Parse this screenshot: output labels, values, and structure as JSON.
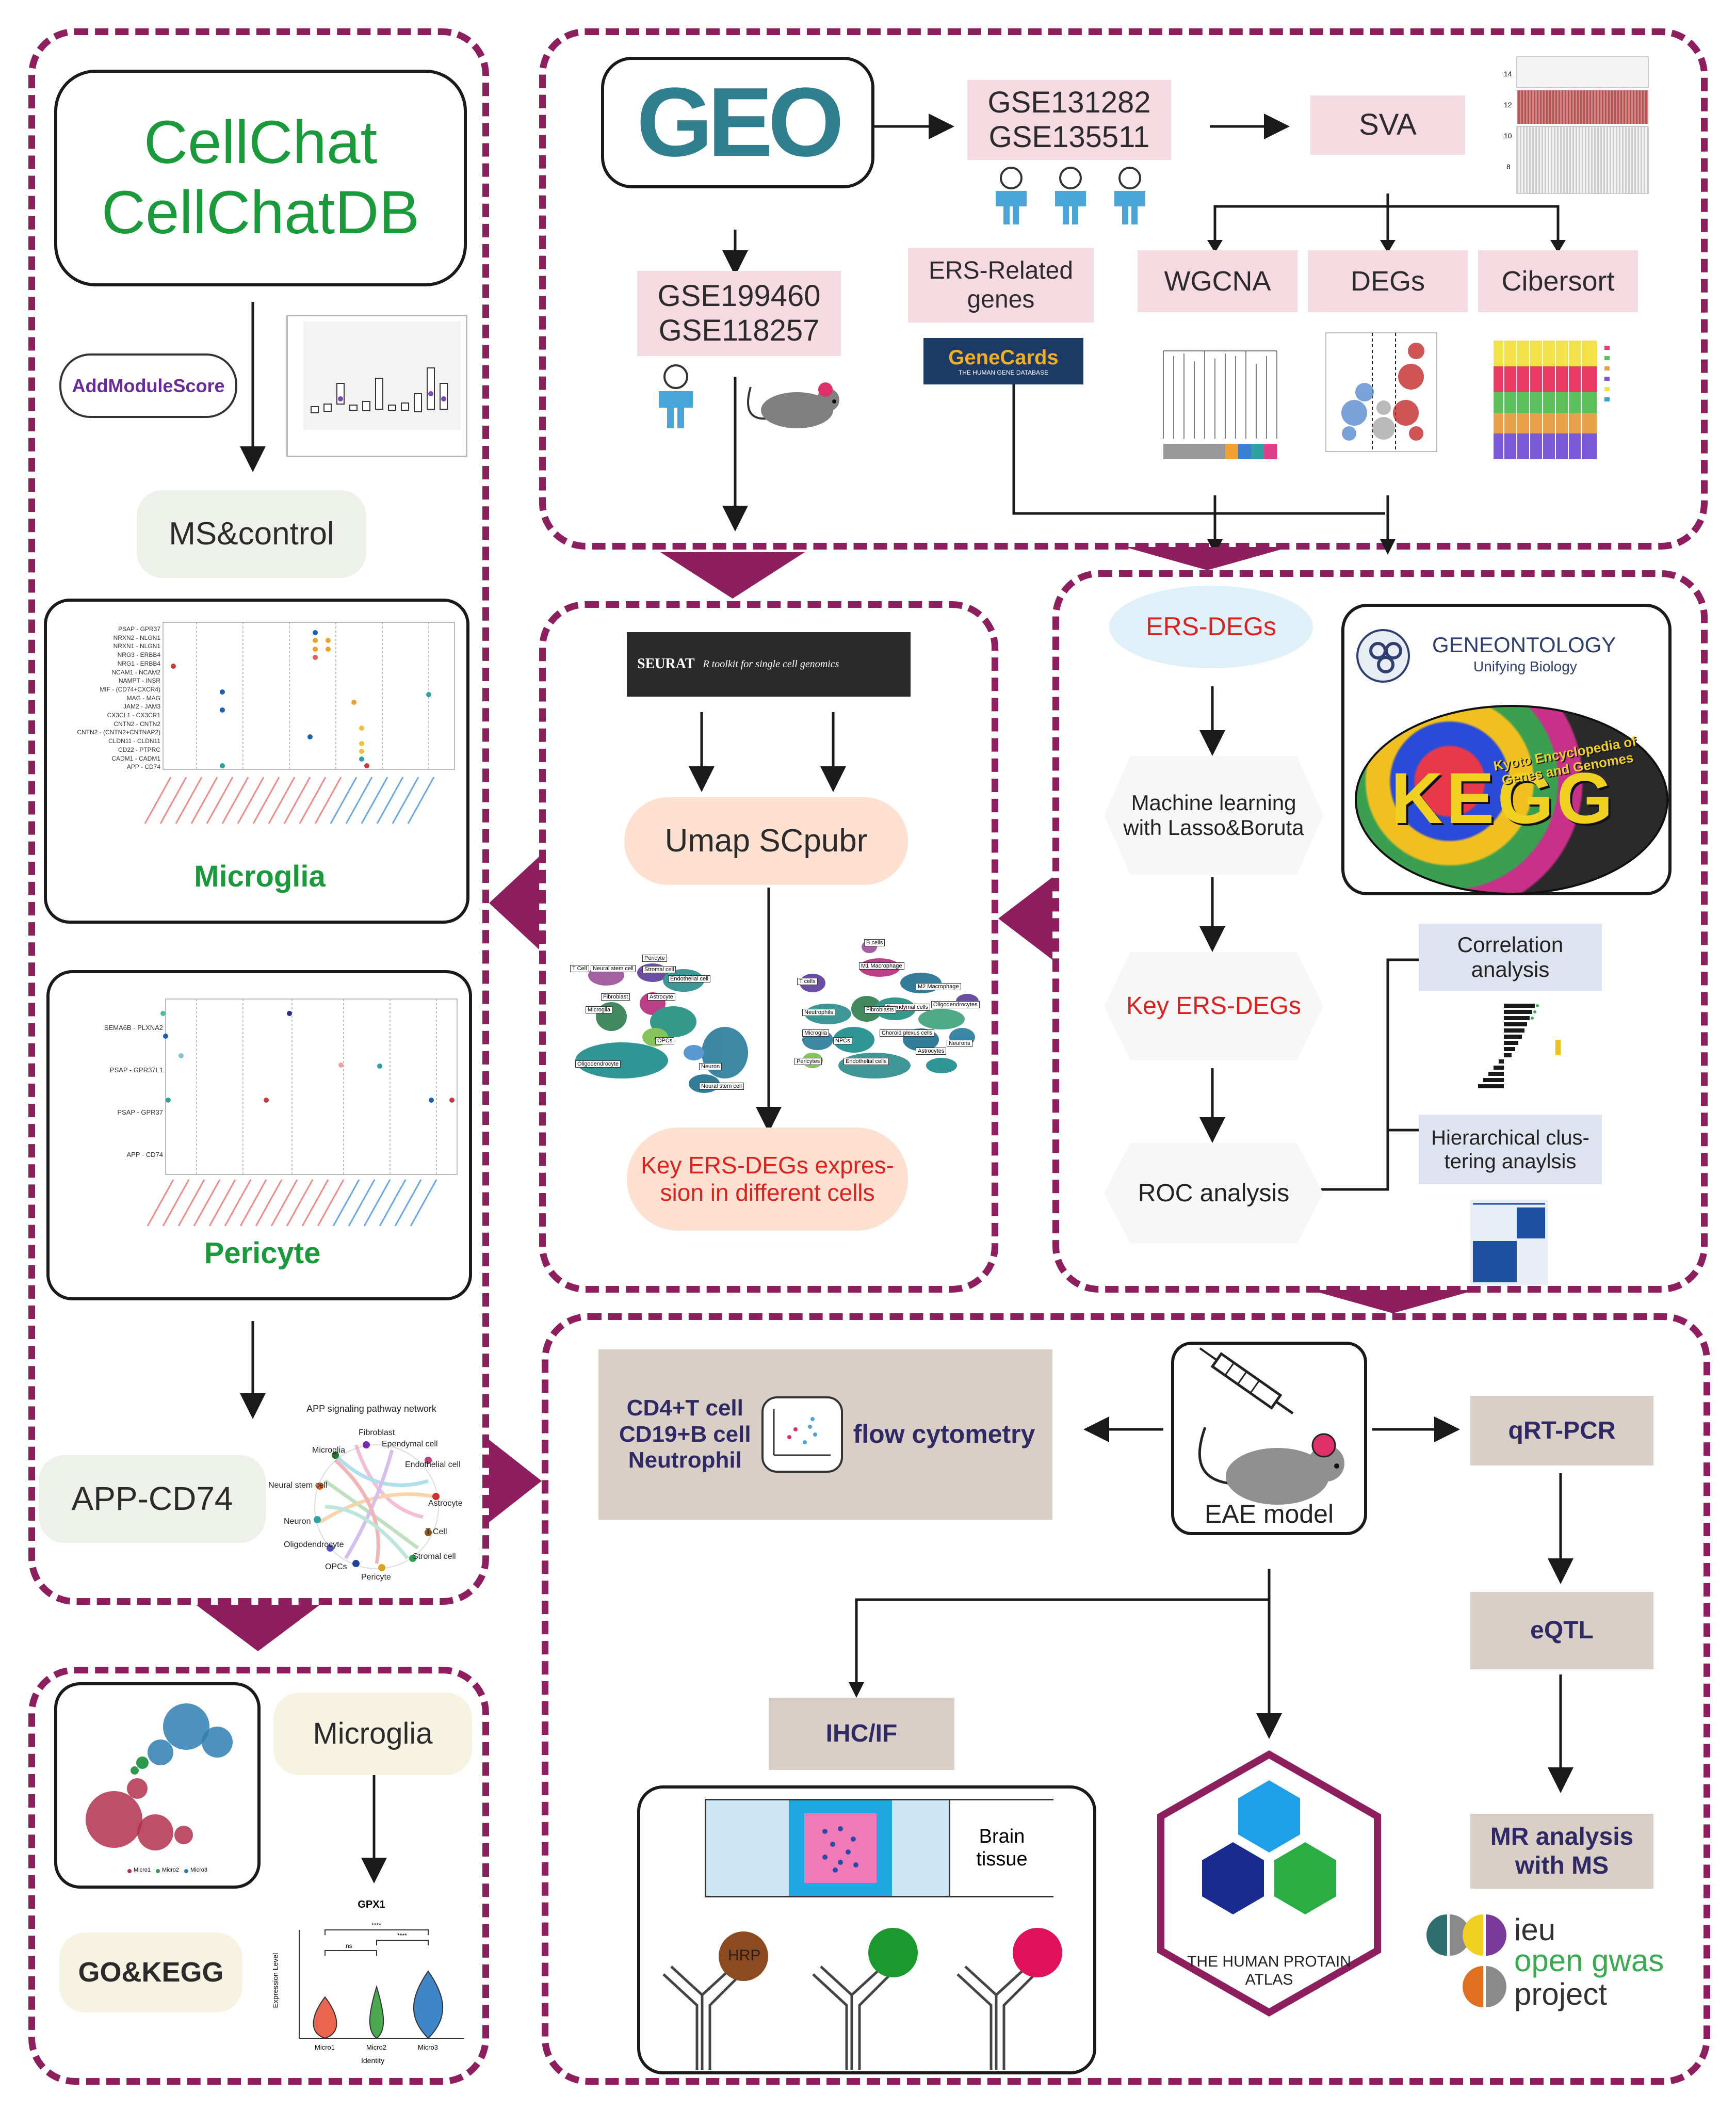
{
  "colors": {
    "panel_border": "#8e1f5f",
    "green": "#1b9a3c",
    "red": "#e0201f",
    "pink": "#f5dbe1",
    "taupe": "#d9cfc6",
    "navy": "#2f2a66"
  },
  "left": {
    "cellchat_line1": "CellChat",
    "cellchat_line2": "CellChatDB",
    "addmodule": "AddModuleScore",
    "ms_control": "MS&control",
    "microglia_title": "Microglia",
    "microglia_pairs": [
      "PSAP - GPR37",
      "NRXN2 - NLGN1",
      "NRXN1 - NLGN1",
      "NRG3 - ERBB4",
      "NRG1 - ERBB4",
      "NCAM1 - NCAM2",
      "NAMPT - INSR",
      "MIF - (CD74+CXCR4)",
      "MAG - MAG",
      "JAM2 - JAM3",
      "CX3CL1 - CX3CR1",
      "CNTN2 - CNTN2",
      "CNTN2 - (CNTN2+CNTNAP2)",
      "CLDN11 - CLDN11",
      "CD22 - PTPRC",
      "CADM1 - CADM1",
      "APP - CD74"
    ],
    "pericyte_title": "Pericyte",
    "pericyte_pairs": [
      "SEMA6B - PLXNA2",
      "PSAP - GPR37L1",
      "PSAP - GPR37",
      "APP - CD74"
    ],
    "app_cd74": "APP-CD74",
    "network_title": "APP signaling pathway network",
    "network_nodes": [
      "Fibroblast",
      "Ependymal cell",
      "Microglia",
      "Endothelial cell",
      "Neural stem cell",
      "Astrocyte",
      "Neuron",
      "T Cell",
      "Oligodendrocyte",
      "Stromal cell",
      "OPCs",
      "Pericyte"
    ]
  },
  "bottom_left": {
    "microglia": "Microglia",
    "go_kegg": "GO&KEGG",
    "violin_title": "GPX1",
    "violin_ylabel": "Expression Level",
    "violin_xlabel": "Identity",
    "violin_groups": [
      "Micro1",
      "Micro2",
      "Micro3"
    ],
    "violin_sig": [
      "ns",
      "****",
      "****"
    ],
    "umap_legend": [
      "Micro1",
      "Micro2",
      "Micro3"
    ]
  },
  "geo": {
    "logo": "GEO",
    "gse_a1": "GSE131282",
    "gse_a2": "GSE135511",
    "gse_b1": "GSE199460",
    "gse_b2": "GSE118257",
    "sva": "SVA",
    "ers_genes_1": "ERS-Related",
    "ers_genes_2": "genes",
    "genecards": "GeneCards",
    "genecards_sub": "THE HUMAN GENE DATABASE",
    "wgcna": "WGCNA",
    "degs": "DEGs",
    "cibersort": "Cibersort",
    "sva_ticks": [
      "14",
      "12",
      "10",
      "8"
    ]
  },
  "seurat": {
    "logo": "SEURAT",
    "tagline": "R toolkit for single cell genomics",
    "umap": "Umap SCpubr",
    "key_expr_1": "Key ERS-DEGs expres-",
    "key_expr_2": "sion in different cells",
    "umap1_labels": [
      "T Cell",
      "Neural stem cell",
      "Endothelial cell",
      "Pericyte",
      "Stromal cell",
      "Microglia",
      "Astrocyte",
      "Fibroblast",
      "OPCs",
      "Neuron",
      "Oligodendrocyte",
      "Neural stem cell"
    ],
    "umap2_labels": [
      "B cells",
      "M1 Macrophage",
      "T cells",
      "M2 Macrophage",
      "Neutrophils",
      "Ependymal cells",
      "Oligodendrocytes",
      "Fibroblasts",
      "Microglia",
      "NPCs",
      "Choroid plexus cells",
      "Neurons",
      "Pericytes",
      "Endothelial cells",
      "Astrocytes"
    ]
  },
  "ml": {
    "ers_degs": "ERS-DEGs",
    "machine_1": "Machine learning",
    "machine_2": "with Lasso&Boruta",
    "key_degs": "Key ERS-DEGs",
    "roc": "ROC analysis",
    "go_logo_1": "GENEONTOLOGY",
    "go_logo_2": "Unifying Biology",
    "kegg_text": "Kyoto Encyclopedia of Genes and Genomes",
    "kegg_letters": "KEGG",
    "corr_1": "Correlation",
    "corr_2": "analysis",
    "hier_1": "Hierarchical clus-",
    "hier_2": "tering anaylsis"
  },
  "eae": {
    "cells_1": "CD4+T cell",
    "cells_2": "CD19+B cell",
    "cells_3": "Neutrophil",
    "flow": "flow cytometry",
    "eae": "EAE model",
    "qrt": "qRT-PCR",
    "eqtl": "eQTL",
    "mr_1": "MR analysis",
    "mr_2": "with MS",
    "ihc": "IHC/IF",
    "brain_1": "Brain",
    "brain_2": "tissue",
    "hrp": "HRP",
    "hpa_1": "THE HUMAN PROTAIN",
    "hpa_2": "ATLAS",
    "ieu_1": "ieu",
    "ieu_2": "open gwas",
    "ieu_3": "project"
  }
}
